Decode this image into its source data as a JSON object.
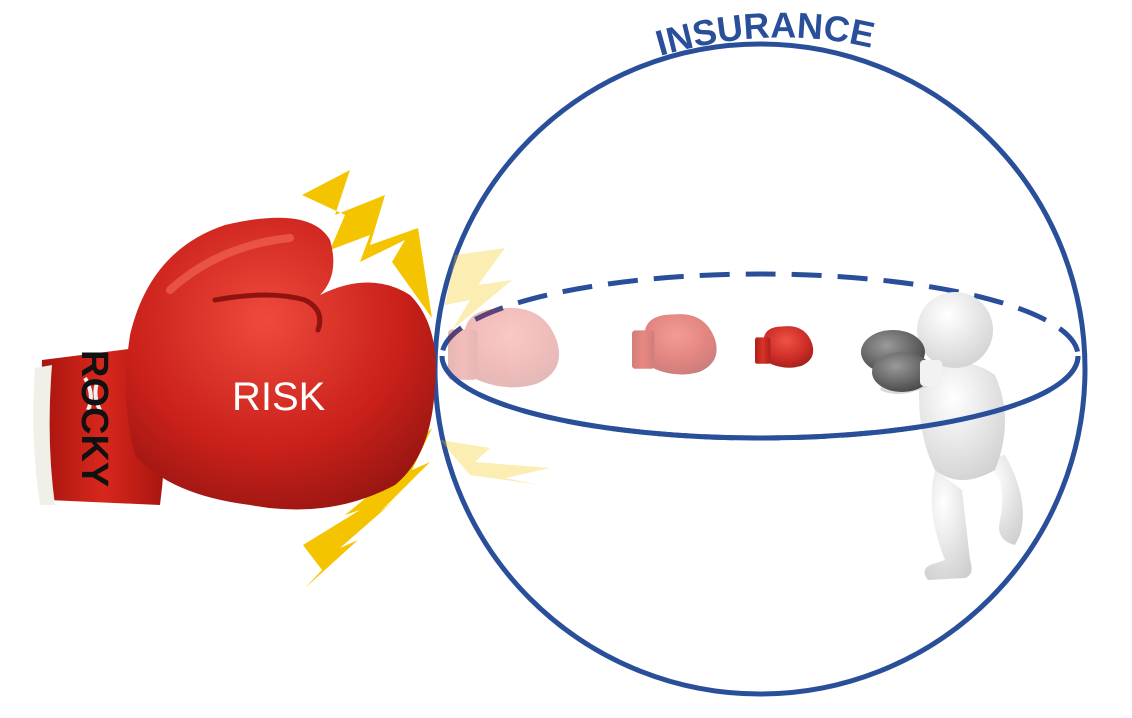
{
  "labels": {
    "insurance": "INSURANCE",
    "risk": "RISK",
    "glove_brand": "ROCKY"
  },
  "colors": {
    "sphere": "#2a4f9a",
    "glove": "#d42a22",
    "glove_dark": "#8f1410",
    "lightning": "#f5c400",
    "figure": "#e9e9e9"
  },
  "icons": {
    "main_glove": "boxing-glove-icon",
    "impact": "lightning-bolt-icon",
    "defender": "boxing-figure-icon"
  }
}
